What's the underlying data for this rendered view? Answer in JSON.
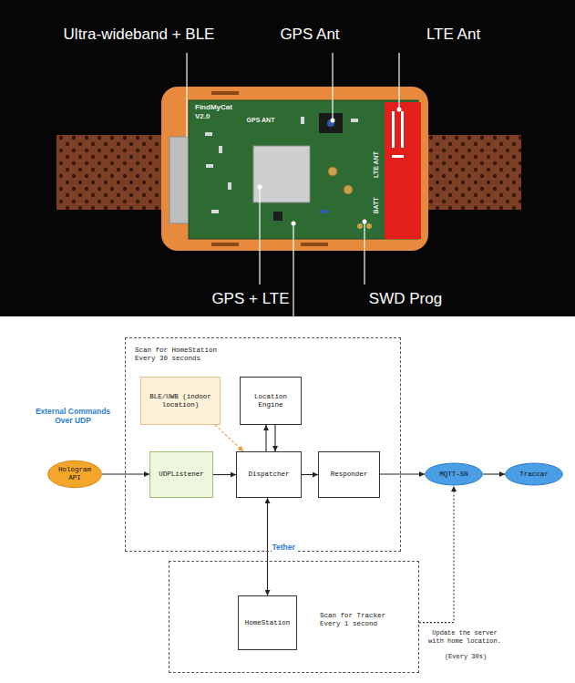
{
  "diagram": {
    "nodes": [
      {
        "text": [
          "Scan for HomeStation Every 30 seconds"
        ]
      },
      {
        "text": [
          "BLE/UWB (indoor location)"
        ],
        "in": 0
      },
      {
        "text": [
          "Location Engine"
        ],
        "in": 0
      },
      {
        "text": [
          "Hologram API"
        ]
      },
      {
        "text": [
          "UDPListener"
        ],
        "in": 0
      },
      {
        "text": [
          "Dispatcher"
        ],
        "in": 0
      },
      {
        "text": [
          "Responder"
        ],
        "in": 0
      },
      {
        "text": [
          "MQTT-SN"
        ]
      },
      {
        "text": [
          "Traccar"
        ]
      },
      {
        "text": [
          "Scan for Tracker Every 1 second"
        ]
      },
      {
        "text": [
          "HomeStation"
        ],
        "in": 9
      }
    ],
    "edges": [
      {
        "from": 3,
        "to": 4,
        "arrow": "to"
      },
      {
        "from": 1,
        "to": 5,
        "arrow": "to"
      },
      {
        "from": 5,
        "to": 2,
        "arrow": "to"
      },
      {
        "from": 2,
        "to": 5,
        "arrow": "to"
      },
      {
        "from": 4,
        "to": 5,
        "arrow": "to"
      },
      {
        "from": 5,
        "to": 6,
        "arrow": "to"
      },
      {
        "from": 6,
        "to": 7,
        "arrow": "to"
      },
      {
        "from": 7,
        "to": 8,
        "arrow": "to"
      },
      {
        "from": 5,
        "to": 10,
        "label": "Tether",
        "arrow": "both"
      },
      {
        "from": 9,
        "to": 7,
        "arrow": "to"
      }
    ],
    "labels": [
      "Ultra-wideband + BLE",
      "GPS Ant",
      "LTE Ant",
      "GPS + LTE",
      "SWD Prog",
      "FindMyCat",
      "V2.0",
      "GPS ANT",
      "LTE ANT",
      "BATT",
      "External Commands Over UDP",
      "Update the server with home location.",
      "(Every 30s)"
    ]
  }
}
